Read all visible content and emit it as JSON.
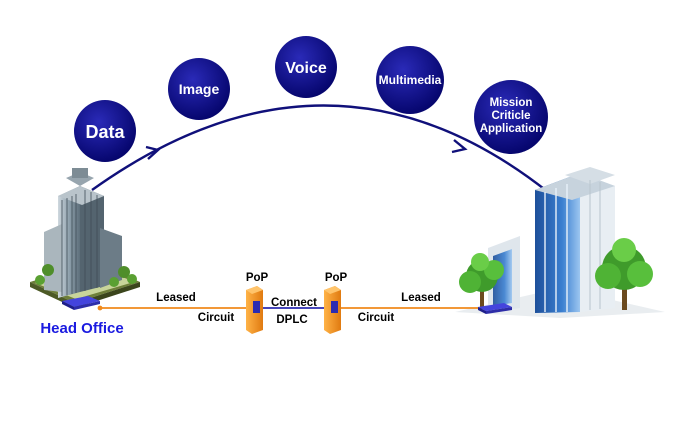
{
  "bubbles": {
    "data": "Data",
    "image": "Image",
    "voice": "Voice",
    "multimedia": "Multimedia",
    "mission_line1": "Mission",
    "mission_line2": "Criticle",
    "mission_line3": "Application"
  },
  "sites": {
    "head_office": "Head Office"
  },
  "links": {
    "left_leased": "Leased",
    "left_circuit": "Circuit",
    "pop_left": "PoP",
    "pop_right": "PoP",
    "connect": "Connect",
    "dplc": "DPLC",
    "right_leased": "Leased",
    "right_circuit": "Circuit"
  },
  "colors": {
    "bubble": "#0b0b8a",
    "arc": "#10107a",
    "link_line": "#f08a1c",
    "pop_body": "#f7941d",
    "pop_port": "#2b2bb0",
    "head_office_text": "#1a1ae0",
    "tree": "#3f9b2b"
  }
}
